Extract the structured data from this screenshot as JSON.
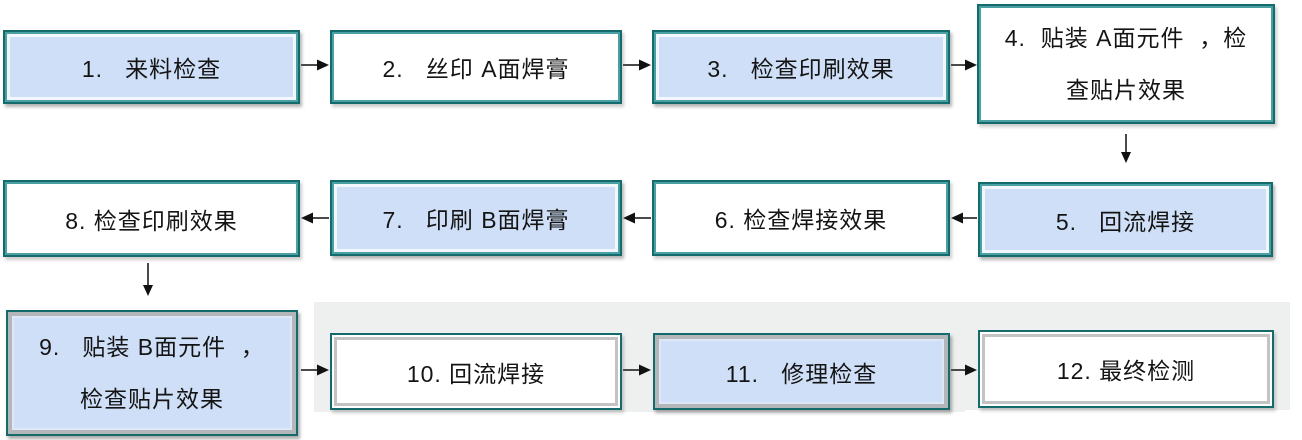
{
  "flowchart": {
    "description": "SMT assembly process flow, 12 steps, boustrophedon layout",
    "boxes": [
      {
        "step": "1",
        "text": "1.   来料检查",
        "fill": "blue"
      },
      {
        "step": "2",
        "text": "2.   丝印 A面焊膏",
        "fill": "white"
      },
      {
        "step": "3",
        "text": "3.   检查印刷效果",
        "fill": "blue"
      },
      {
        "step": "4",
        "text": "4.  贴装 A面元件  ，检\n查贴片效果",
        "fill": "white"
      },
      {
        "step": "5",
        "text": "5.   回流焊接",
        "fill": "blue"
      },
      {
        "step": "6",
        "text": "6. 检查焊接效果",
        "fill": "white"
      },
      {
        "step": "7",
        "text": "7.   印刷 B面焊膏",
        "fill": "blue"
      },
      {
        "step": "8",
        "text": "8. 检查印刷效果",
        "fill": "white"
      },
      {
        "step": "9",
        "text": "9.   贴装 B面元件  ，\n检查贴片效果",
        "fill": "blue"
      },
      {
        "step": "10",
        "text": "10. 回流焊接",
        "fill": "white"
      },
      {
        "step": "11",
        "text": "11.   修理检查",
        "fill": "blue"
      },
      {
        "step": "12",
        "text": "12. 最终检测",
        "fill": "white"
      }
    ],
    "connections": [
      {
        "from": "1",
        "to": "2",
        "direction": "right"
      },
      {
        "from": "2",
        "to": "3",
        "direction": "right"
      },
      {
        "from": "3",
        "to": "4",
        "direction": "right"
      },
      {
        "from": "4",
        "to": "5",
        "direction": "down"
      },
      {
        "from": "5",
        "to": "6",
        "direction": "left"
      },
      {
        "from": "6",
        "to": "7",
        "direction": "left"
      },
      {
        "from": "7",
        "to": "8",
        "direction": "left"
      },
      {
        "from": "8",
        "to": "9",
        "direction": "down"
      },
      {
        "from": "9",
        "to": "10",
        "direction": "right"
      },
      {
        "from": "10",
        "to": "11",
        "direction": "right"
      },
      {
        "from": "11",
        "to": "12",
        "direction": "right"
      }
    ],
    "colors": {
      "border_teal": "#156a6c",
      "ring_teal": "#4aa0a2",
      "fill_blue": "#cfdff7",
      "fill_white": "#ffffff",
      "ring_gray": "#b9b9b9",
      "arrow_black": "#1a1a1a",
      "backdrop_gray": "#eef0ef"
    }
  }
}
